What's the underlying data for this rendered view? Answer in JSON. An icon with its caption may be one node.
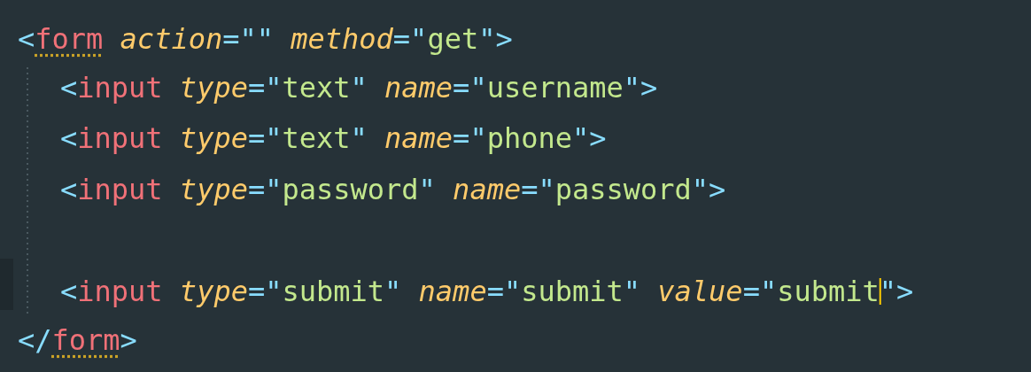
{
  "diagram": {
    "labels": [
      "<form action=\"\" method=\"get\">",
      "<input type=\"text\" name=\"username\">",
      "<input type=\"text\" name=\"phone\">",
      "<input type=\"password\" name=\"password\">",
      "<input type=\"submit\" name=\"submit\" value=\"submit\">",
      "</form>"
    ]
  }
}
